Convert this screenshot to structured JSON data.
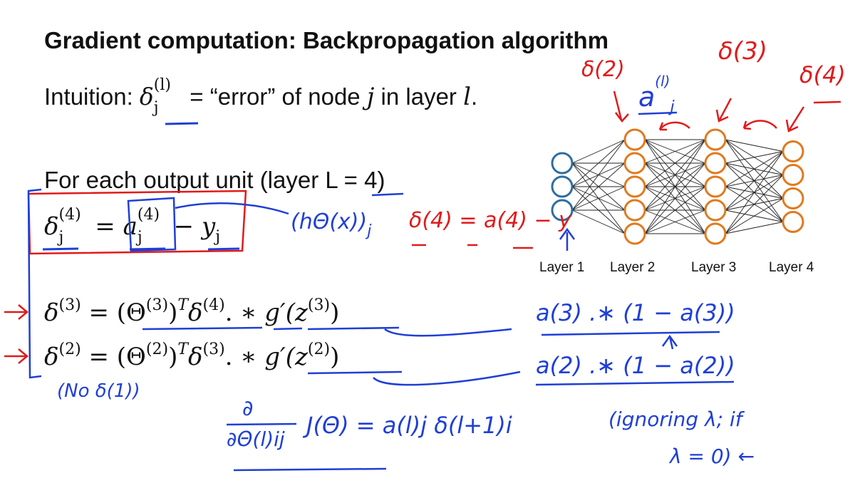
{
  "slide": {
    "title": "Gradient computation: Backpropagation algorithm",
    "intuition_prefix": "Intuition:",
    "intuition_delta": "δ",
    "intuition_super": "(l)",
    "intuition_sub": "j",
    "intuition_eq": " = “error” of node ",
    "intuition_j": "j",
    "intuition_mid": " in layer ",
    "intuition_l": "l",
    "intuition_end": ".",
    "for_each": "For each output unit (layer L = 4)",
    "eq1_delta": "δ",
    "eq1_super": "(4)",
    "eq1_sub": "j",
    "eq1_equals": " = ",
    "eq1_a": "a",
    "eq1_a_super": "(4)",
    "eq1_a_sub": "j",
    "eq1_minus": " − ",
    "eq1_y": "y",
    "eq1_y_sub": "j",
    "eq2_left": "δ",
    "eq2_left_sup": "(3)",
    "eq2_mid": " = (Θ",
    "eq2_theta_sup": "(3)",
    "eq2_t": ")",
    "eq2_T": "T",
    "eq2_delta": "δ",
    "eq2_delta_sup": "(4)",
    "eq2_op": ". ∗ ",
    "eq2_g": "g′(z",
    "eq2_z_sup": "(3)",
    "eq2_close": ")",
    "eq3_left": "δ",
    "eq3_left_sup": "(2)",
    "eq3_mid": " = (Θ",
    "eq3_theta_sup": "(2)",
    "eq3_t": ")",
    "eq3_T": "T",
    "eq3_delta": "δ",
    "eq3_delta_sup": "(3)",
    "eq3_op": ". ∗ ",
    "eq3_g": "g′(z",
    "eq3_z_sup": "(2)",
    "eq3_close": ")"
  },
  "network": {
    "layers": [
      {
        "label": "Layer 1",
        "units": 3,
        "color": "#2f6e9e"
      },
      {
        "label": "Layer 2",
        "units": 5,
        "color": "#e07a1f"
      },
      {
        "label": "Layer 3",
        "units": 5,
        "color": "#e07a1f"
      },
      {
        "label": "Layer 4",
        "units": 4,
        "color": "#e07a1f"
      }
    ]
  },
  "annotations": {
    "red_delta2": "δ(2)",
    "red_delta3": "δ(3)",
    "red_delta4": "δ(4)",
    "blue_aj": "a",
    "blue_aj_sup": "(l)",
    "blue_aj_sub": "j",
    "h_theta": "(hΘ(x))",
    "h_theta_sub": "j",
    "red_eq": "δ(4) = a(4) − y",
    "a3_term": "a(3) .∗ (1 − a(3))",
    "a2_term": "a(2) .∗ (1 − a(2))",
    "no_delta1": "(No   δ(1))",
    "partial_num": "∂",
    "partial_den": "∂Θ(l)ij",
    "partial_rhs": "J(Θ)  =  a(l)j δ(l+1)i",
    "ignoring": "(ignoring λ; if",
    "lambda_zero": "λ = 0)  ←"
  },
  "colors": {
    "blue_ink": "#1f3fd6",
    "red_ink": "#e01b1b",
    "orange_node": "#e07a1f",
    "blue_node": "#2f6e9e"
  }
}
